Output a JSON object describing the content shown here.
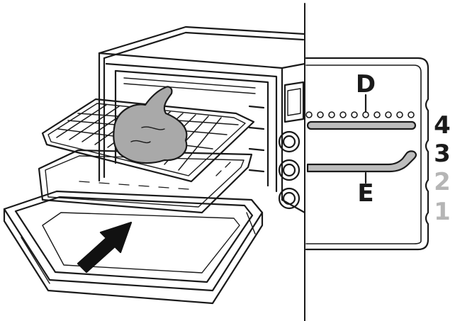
{
  "callouts": {
    "broil_element": "D",
    "bake_element": "E"
  },
  "rack_positions": [
    "4",
    "3",
    "2",
    "1"
  ],
  "colors": {
    "line": "#1a1a1a",
    "element_fill": "#bdbdbd",
    "meat_fill": "#a9a9a9",
    "arrow": "#111111",
    "inactive_label": "#b5b5b5"
  }
}
